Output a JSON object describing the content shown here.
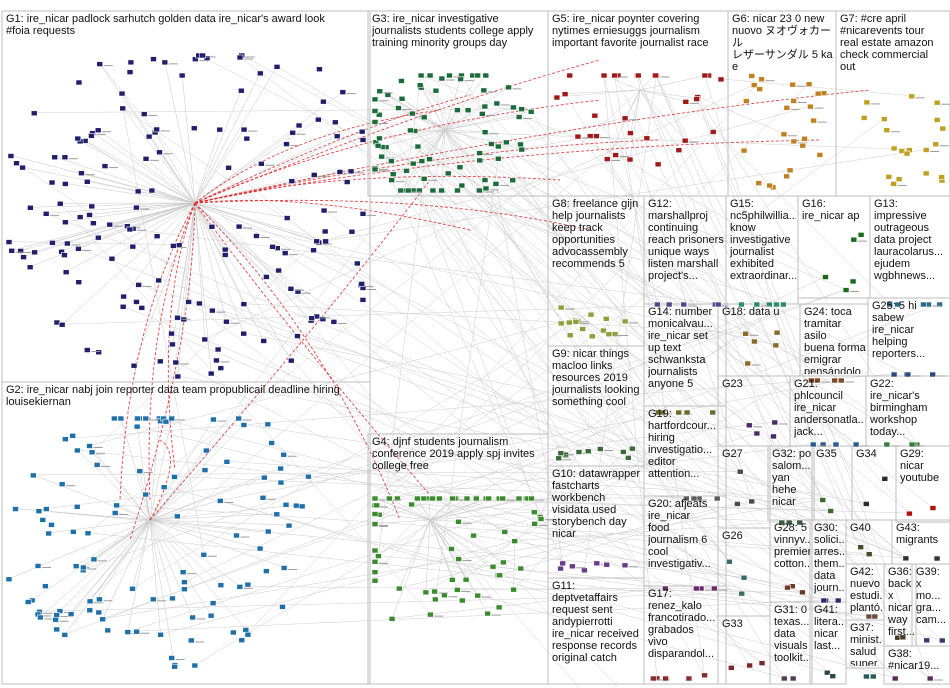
{
  "groups": [
    {
      "id": "G1",
      "label": "G1: ire_nicar padlock sarhutch golden data ire_nicar's award look\n#foia requests",
      "color": "#1f1f6b",
      "nodes": 160
    },
    {
      "id": "G2",
      "label": "G2: ire_nicar nabj join reporter data team propublicail deadline hiring\nlouisekiernan",
      "color": "#1f6fa8",
      "nodes": 110
    },
    {
      "id": "G3",
      "label": "G3: ire_nicar investigative\njournalists students college apply\ntraining minority groups day",
      "color": "#1b6b3b",
      "nodes": 80
    },
    {
      "id": "G4",
      "label": "G4: djnf students journalism\nconference 2019 apply spj invites\ncollege free",
      "color": "#3b8a2e",
      "nodes": 75
    },
    {
      "id": "G5",
      "label": "G5: ire_nicar poynter covering\nnytimes erniesuggs journalism\nimportant favorite journalist race",
      "color": "#9e1a1a",
      "nodes": 30
    },
    {
      "id": "G6",
      "label": "G6: nicar 23 0 new\nnuovo ヌオヴォカール\nレザーサンダル 5 ka e",
      "color": "#c08020",
      "nodes": 24
    },
    {
      "id": "G7",
      "label": "G7: #cre april\n#nicarevents tour\nreal estate amazon\ncheck commercial\nout",
      "color": "#c0a020",
      "nodes": 20
    },
    {
      "id": "G8",
      "label": "G8: freelance gijn\nhelp journalists\nkeep track\nopportunities\nadvocassembly\nrecommends 5",
      "color": "#8aa03a",
      "nodes": 16
    },
    {
      "id": "G9",
      "label": "G9: nicar things\nmacloo links\nresources 2019\njournalists looking\nsomething cool",
      "color": "#3a6a3a",
      "nodes": 10
    },
    {
      "id": "G10",
      "label": "G10: datawrapper\nfastcharts\nworkbench\nvisidata used\nstorybench day\nnicar",
      "color": "#6a3a8a",
      "nodes": 8
    },
    {
      "id": "G11",
      "label": "G11:\ndeptvetaffairs\nrequest sent\nandypierrotti\nire_nicar received\nresponse records\noriginal catch",
      "color": "#8a2a5a",
      "nodes": 8
    },
    {
      "id": "G12",
      "label": "G12:\nmarshallproj\ncontinuing\nreach prisoners\nunique ways\nlisten marshall\nproject's...",
      "color": "#4a4a8a",
      "nodes": 6
    },
    {
      "id": "G13",
      "label": "G13:\nimpressive\noutrageous\ndata project\nlauracolarus...\nejudem\nwgbhnews...",
      "color": "#2a6a8a",
      "nodes": 6
    },
    {
      "id": "G14",
      "label": "G14: number\nmonicalvau...\nire_nicar set\nup text\nschwanksta\njournalists\nanyone 5",
      "color": "#6a6a2a",
      "nodes": 6
    },
    {
      "id": "G15",
      "label": "G15:\nnc5philwillia...\nknow\ninvestigative\njournalist\nexhibited\nextraordinar...",
      "color": "#2a8a6a",
      "nodes": 5
    },
    {
      "id": "G16",
      "label": "G16:\nire_nicar ap",
      "color": "#1a6a1a",
      "nodes": 5
    },
    {
      "id": "G17",
      "label": "G17:\nrenez_kalo\nfrancotirado...\ngrabados\nvivo\ndisparandol...",
      "color": "#8a2a2a",
      "nodes": 5
    },
    {
      "id": "G18",
      "label": "G18: data u",
      "color": "#8a6a2a",
      "nodes": 5
    },
    {
      "id": "G19",
      "label": "G19:\nhartfordcour...\nhiring\ninvestigatio...\neditor\nattention...",
      "color": "#5a5a5a",
      "nodes": 4
    },
    {
      "id": "G20",
      "label": "G20: afjeats\nire_nicar\nfood\njournalism 6\ncool\ninvestigativ...",
      "color": "#6a2a6a",
      "nodes": 4
    },
    {
      "id": "G21",
      "label": "G21:\nphlcouncil\nire_nicar\nandersonatla...\njack...",
      "color": "#2a5a8a",
      "nodes": 4
    },
    {
      "id": "G22",
      "label": "G22:\nire_nicar's\nbirmingham\nworkshop\ntoday...",
      "color": "#3a7a3a",
      "nodes": 4
    },
    {
      "id": "G23",
      "label": "G23",
      "color": "#4a2a6a",
      "nodes": 4
    },
    {
      "id": "G24",
      "label": "G24: toca\ntramitar asilo\nbuena forma\nemigrar\npensándolo...",
      "color": "#7a4a2a",
      "nodes": 4
    },
    {
      "id": "G25",
      "label": "G25: 5 hi\nsabew\nire_nicar\nhelping\nreporters...",
      "color": "#2a4a7a",
      "nodes": 4
    },
    {
      "id": "G26",
      "label": "G26",
      "color": "#3a6a6a",
      "nodes": 3
    },
    {
      "id": "G27",
      "label": "G27",
      "color": "#4a4a4a",
      "nodes": 3
    },
    {
      "id": "G28",
      "label": "G28: 5\nvinnyv...\npremier\ncotton...",
      "color": "#6a3a2a",
      "nodes": 3
    },
    {
      "id": "G29",
      "label": "G29:\nnicar\nyoutube",
      "color": "#b01010",
      "nodes": 2
    },
    {
      "id": "G30",
      "label": "G30:\nsolici...\narres...\nthem...\ndata\njourn...",
      "color": "#2a2a6a",
      "nodes": 3
    },
    {
      "id": "G31",
      "label": "G31: 0\ntexas...\ndata\nvisuals\ntoolkit...",
      "color": "#5a3a5a",
      "nodes": 3
    },
    {
      "id": "G32",
      "label": "G32: po\nsalom...\nyan\nhehe\nnicar",
      "color": "#3a5a3a",
      "nodes": 3
    },
    {
      "id": "G33",
      "label": "G33",
      "color": "#7a2a2a",
      "nodes": 3
    },
    {
      "id": "G34",
      "label": "G34",
      "color": "#2a2a2a",
      "nodes": 2
    },
    {
      "id": "G35",
      "label": "G35",
      "color": "#3a6a2a",
      "nodes": 2
    },
    {
      "id": "G36",
      "label": "G36:\nback x\nnicar\nway\nfirst...",
      "color": "#4a3a2a",
      "nodes": 2
    },
    {
      "id": "G37",
      "label": "G37:\nminist...\nsalud\nsuper...",
      "color": "#2a5a5a",
      "nodes": 2
    },
    {
      "id": "G38",
      "label": "G38:\n#nicar19...",
      "color": "#5a2a5a",
      "nodes": 2
    },
    {
      "id": "G39",
      "label": "G39:\nx\nmo...\ngra...\ncam...",
      "color": "#3a3a6a",
      "nodes": 2
    },
    {
      "id": "G40",
      "label": "G40",
      "color": "#4a4a2a",
      "nodes": 2
    },
    {
      "id": "G41",
      "label": "G41:\nlitera...\nnicar\nlast...",
      "color": "#2a4a4a",
      "nodes": 2
    },
    {
      "id": "G42",
      "label": "G42:\nnuevo\nestudi...\nplantó...",
      "color": "#6a4a3a",
      "nodes": 2
    },
    {
      "id": "G43",
      "label": "G43:\nmigrants",
      "color": "#3a2a3a",
      "nodes": 2
    }
  ]
}
